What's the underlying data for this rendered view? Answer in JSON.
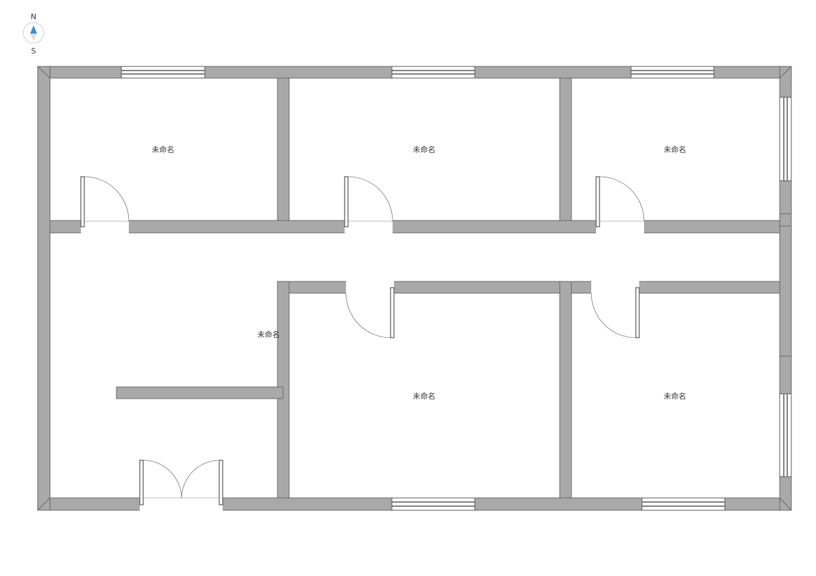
{
  "compass": {
    "north": "N",
    "south": "S",
    "accent": "#3a8fd8"
  },
  "rooms": [
    {
      "label": "未命名"
    },
    {
      "label": "未命名"
    },
    {
      "label": "未命名"
    },
    {
      "label": "未命名"
    },
    {
      "label": "未命名"
    },
    {
      "label": "未命名"
    }
  ],
  "colors": {
    "wall": "#a9a9a9",
    "wall_stroke": "#666666"
  }
}
